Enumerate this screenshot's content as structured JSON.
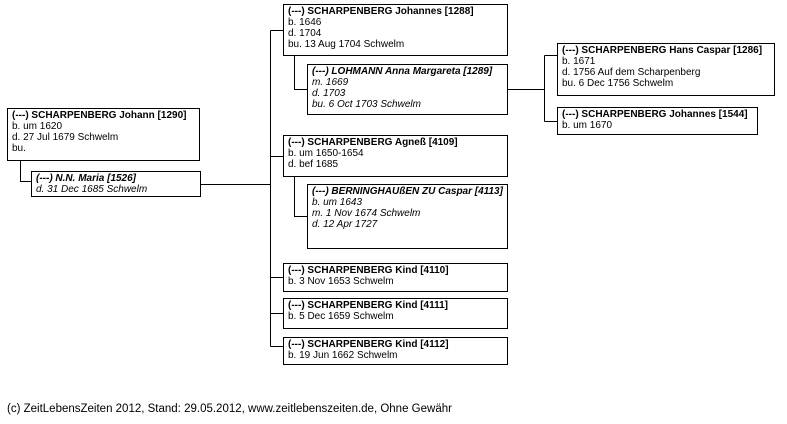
{
  "persons": {
    "johann": {
      "title": "(---) SCHARPENBERG Johann [1290]",
      "lines": [
        "b. um 1620",
        "d. 27 Jul 1679 Schwelm",
        "bu."
      ]
    },
    "maria": {
      "title": "(---) N.N. Maria [1526]",
      "lines": [
        "d. 31 Dec 1685 Schwelm"
      ]
    },
    "johannes1288": {
      "title": "(---) SCHARPENBERG Johannes [1288]",
      "lines": [
        "b. 1646",
        "d. 1704",
        "bu. 13 Aug 1704 Schwelm"
      ]
    },
    "lohmann": {
      "title": "(---) LOHMANN Anna Margareta [1289]",
      "lines": [
        "m. 1669",
        "d. 1703",
        "bu. 6 Oct 1703 Schwelm"
      ]
    },
    "hanscaspar": {
      "title": "(---) SCHARPENBERG Hans Caspar [1286]",
      "lines": [
        "b. 1671",
        "d. 1756 Auf dem Scharpenberg",
        "bu. 6 Dec 1756 Schwelm"
      ]
    },
    "johannes1544": {
      "title": "(---) SCHARPENBERG Johannes [1544]",
      "lines": [
        "b. um 1670"
      ]
    },
    "agness": {
      "title": "(---) SCHARPENBERG Agneß [4109]",
      "lines": [
        "b. um 1650-1654",
        "d. bef 1685"
      ]
    },
    "caspar": {
      "title": "(---) BERNINGHAUßEN ZU Caspar [4113]",
      "lines": [
        "b. um 1643",
        "m. 1 Nov 1674 Schwelm",
        "d. 12 Apr 1727"
      ]
    },
    "kind4110": {
      "title": "(---) SCHARPENBERG Kind [4110]",
      "lines": [
        "b. 3 Nov 1653 Schwelm"
      ]
    },
    "kind4111": {
      "title": "(---) SCHARPENBERG Kind [4111]",
      "lines": [
        "b. 5 Dec 1659 Schwelm"
      ]
    },
    "kind4112": {
      "title": "(---) SCHARPENBERG Kind [4112]",
      "lines": [
        "b. 19 Jun 1662 Schwelm"
      ]
    }
  },
  "footer": "(c) ZeitLebensZeiten 2012, Stand: 29.05.2012, www.zeitlebenszeiten.de, Ohne Gewähr"
}
